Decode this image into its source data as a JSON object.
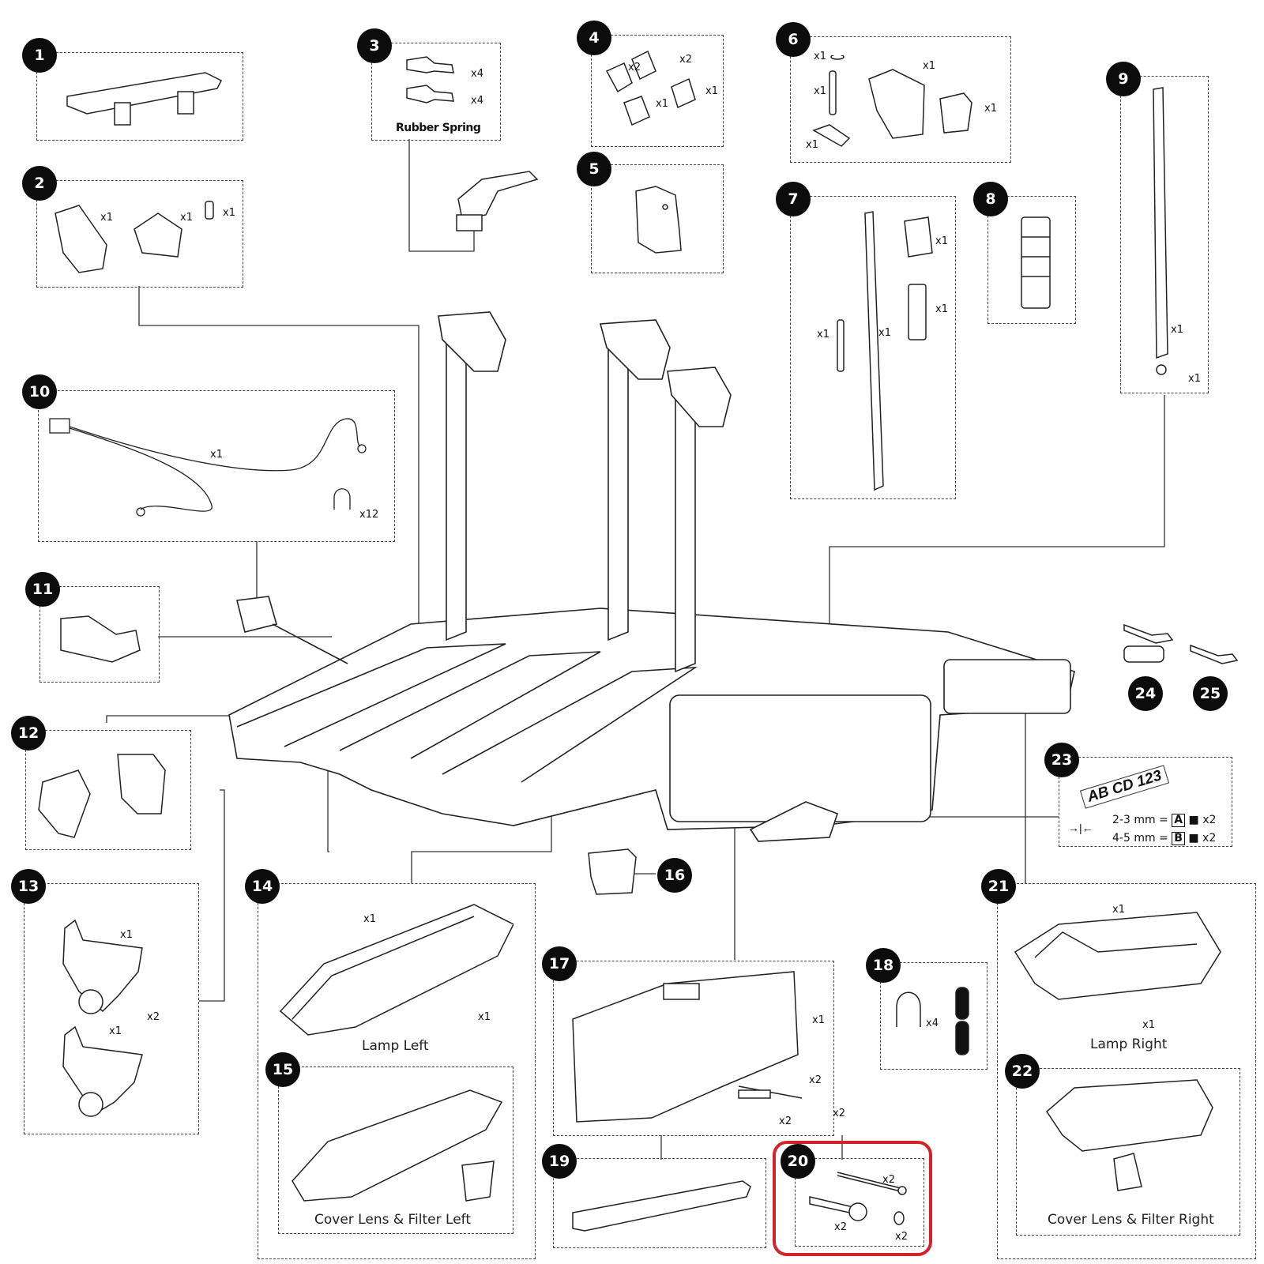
{
  "diagram": {
    "title": "Bike carrier exploded parts diagram",
    "highlight_color": "#d2232a",
    "highlighted_part": "20"
  },
  "parts": [
    {
      "id": "1",
      "label": "1",
      "quantities": []
    },
    {
      "id": "2",
      "label": "2",
      "quantities": [
        "x1",
        "x1",
        "x1"
      ]
    },
    {
      "id": "3",
      "label": "3",
      "quantities": [
        "x4",
        "x4"
      ],
      "caption": "Rubber Spring"
    },
    {
      "id": "4",
      "label": "4",
      "quantities": [
        "x2",
        "x2",
        "x1",
        "x1"
      ]
    },
    {
      "id": "5",
      "label": "5",
      "quantities": []
    },
    {
      "id": "6",
      "label": "6",
      "quantities": [
        "x1",
        "x1",
        "x1",
        "x1",
        "x1"
      ]
    },
    {
      "id": "7",
      "label": "7",
      "quantities": [
        "x1",
        "x1",
        "x1",
        "x1"
      ]
    },
    {
      "id": "8",
      "label": "8",
      "quantities": []
    },
    {
      "id": "9",
      "label": "9",
      "quantities": [
        "x1",
        "x1"
      ]
    },
    {
      "id": "10",
      "label": "10",
      "quantities": [
        "x1",
        "x12"
      ]
    },
    {
      "id": "11",
      "label": "11",
      "quantities": []
    },
    {
      "id": "12",
      "label": "12",
      "quantities": []
    },
    {
      "id": "13",
      "label": "13",
      "quantities": [
        "x1",
        "x2",
        "x1"
      ]
    },
    {
      "id": "14",
      "label": "14",
      "quantities": [
        "x1",
        "x1"
      ],
      "caption": "Lamp Left"
    },
    {
      "id": "15",
      "label": "15",
      "quantities": [],
      "caption": "Cover Lens & Filter Left"
    },
    {
      "id": "16",
      "label": "16",
      "quantities": []
    },
    {
      "id": "17",
      "label": "17",
      "quantities": [
        "x1",
        "x2",
        "x2",
        "x2"
      ]
    },
    {
      "id": "18",
      "label": "18",
      "quantities": [
        "x4"
      ]
    },
    {
      "id": "19",
      "label": "19",
      "quantities": []
    },
    {
      "id": "20",
      "label": "20",
      "quantities": [
        "x2",
        "x2",
        "x2"
      ]
    },
    {
      "id": "21",
      "label": "21",
      "quantities": [
        "x1",
        "x1"
      ],
      "caption": "Lamp Right"
    },
    {
      "id": "22",
      "label": "22",
      "quantities": [],
      "caption": "Cover Lens & Filter Right"
    },
    {
      "id": "23",
      "label": "23",
      "plate_text": "AB CD 123",
      "rows": [
        {
          "range": "2-3 mm =",
          "letter": "A",
          "qty": "x2"
        },
        {
          "range": "4-5 mm =",
          "letter": "B",
          "qty": "x2"
        }
      ]
    },
    {
      "id": "24",
      "label": "24",
      "quantities": []
    },
    {
      "id": "25",
      "label": "25",
      "quantities": []
    }
  ]
}
